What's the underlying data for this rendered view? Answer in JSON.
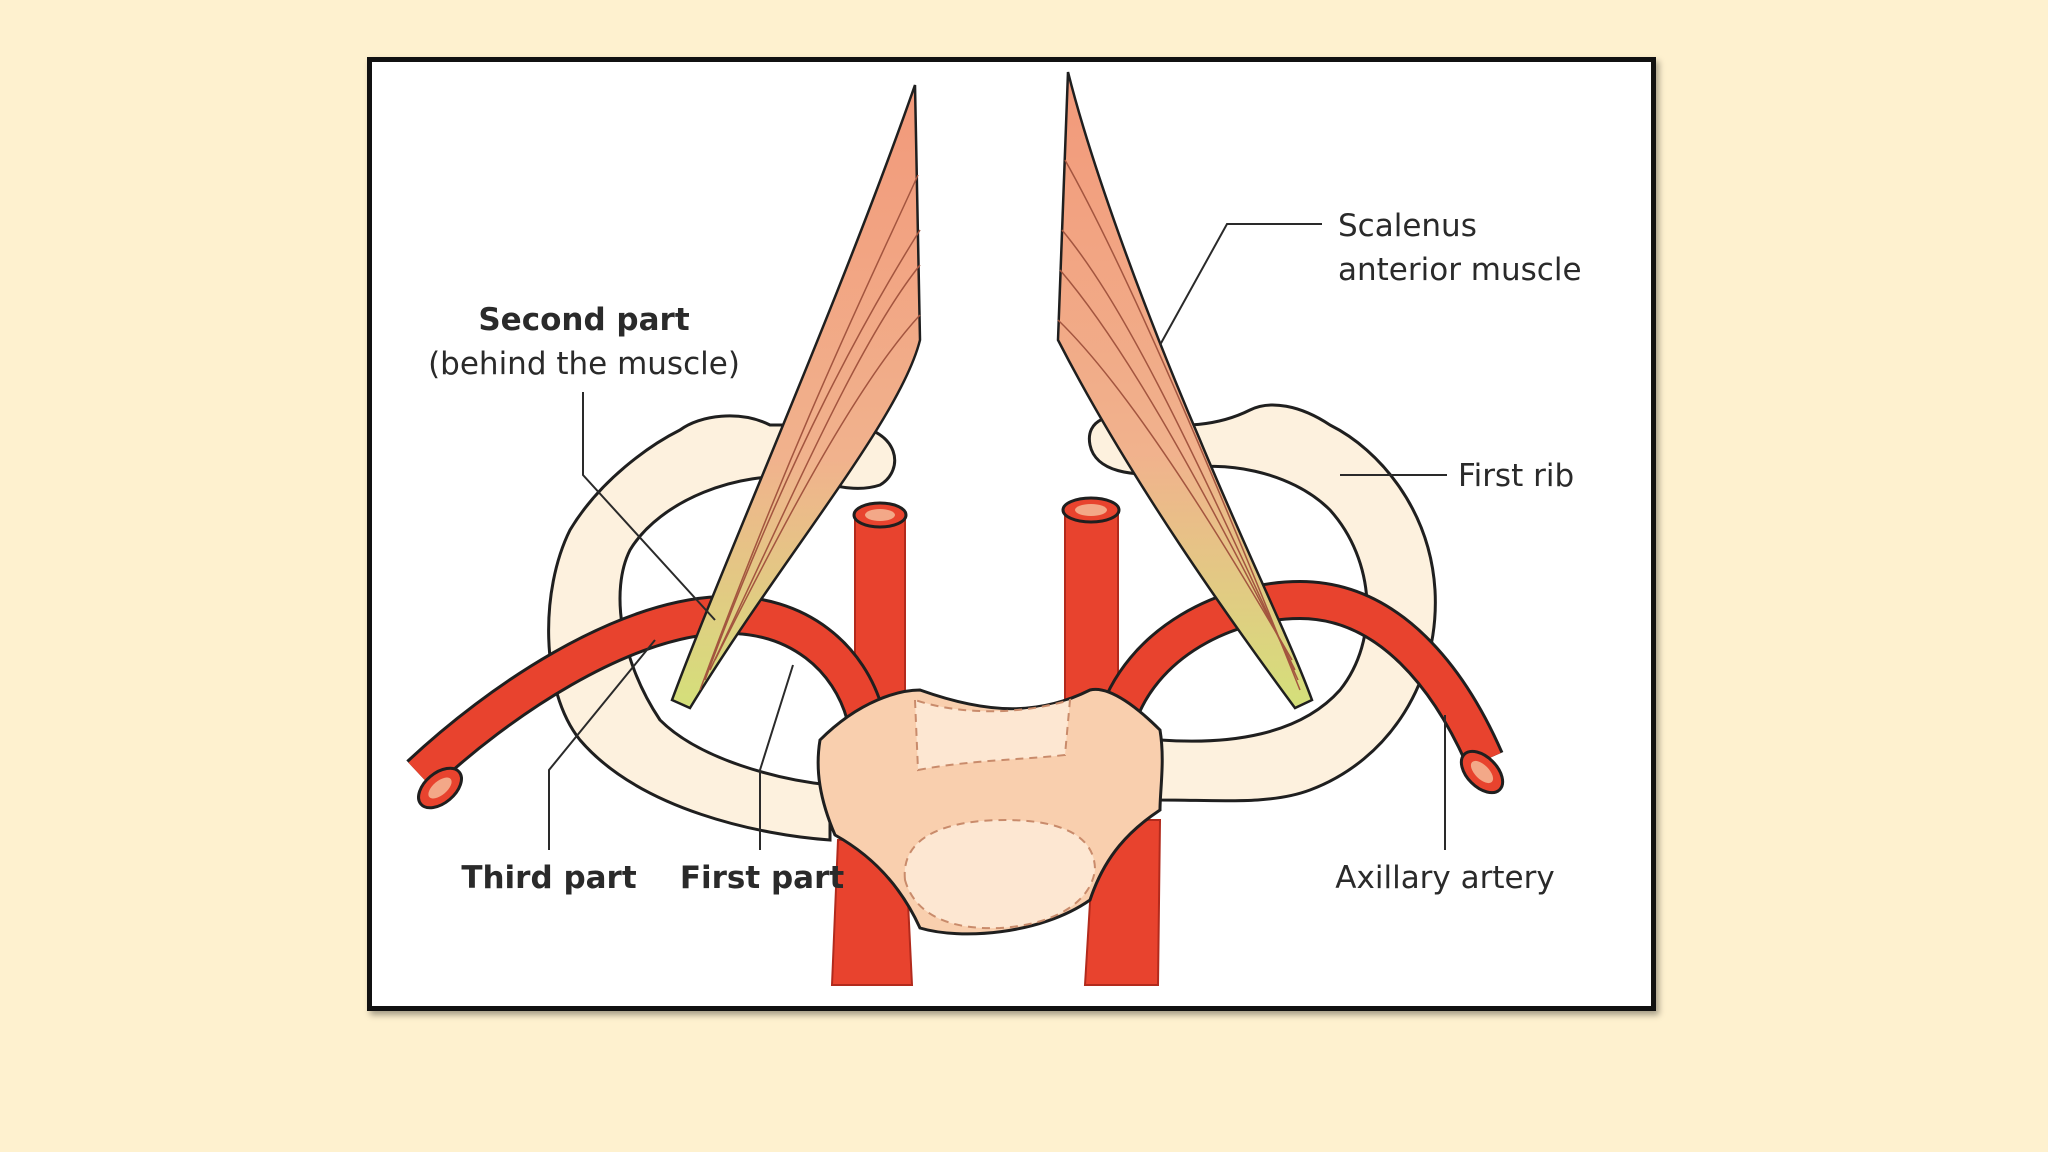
{
  "labels": {
    "second_part_title": "Second part",
    "second_part_subtitle": "(behind the muscle)",
    "scalenus_line1": "Scalenus",
    "scalenus_line2": "anterior muscle",
    "first_rib": "First rib",
    "third_part": "Third part",
    "first_part": "First part",
    "axillary_artery": "Axillary artery"
  },
  "colors": {
    "page_background": "#fef1cf",
    "artery": "#e8432e",
    "artery_dark": "#b22a1c",
    "muscle": "#f3a888",
    "muscle_tendon": "#d8e07a",
    "rib": "#fdf1de",
    "sternum": "#f9cfae",
    "outline": "#1f1f1f"
  }
}
